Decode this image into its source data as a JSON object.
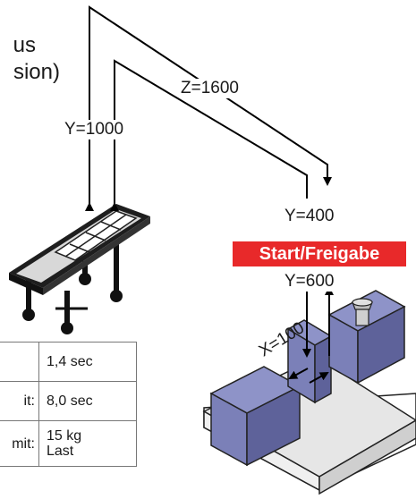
{
  "heading": {
    "line1": "us",
    "line2": "sion)"
  },
  "dimensions": {
    "z": "Z=1600",
    "y_left": "Y=1000",
    "y_top": "Y=400",
    "y_bottom": "Y=600",
    "x": "X=100"
  },
  "badge": "Start/Freigabe",
  "badge_color": "#e8292a",
  "table": [
    {
      "label": "",
      "value": "1,4 sec",
      "value2": ""
    },
    {
      "label": "it:",
      "value": "8,0 sec",
      "value2": ""
    },
    {
      "label": "mit:",
      "value": "15 kg",
      "value2": "Last"
    }
  ],
  "colors": {
    "machine": "#7b80b8",
    "machine_dark": "#3d4070",
    "base": "#e4e4e4",
    "conveyor": "#1e1e1e"
  },
  "icons": [
    "conveyor-illustration",
    "injection-machine-illustration",
    "nozzle-hopper-icon"
  ]
}
